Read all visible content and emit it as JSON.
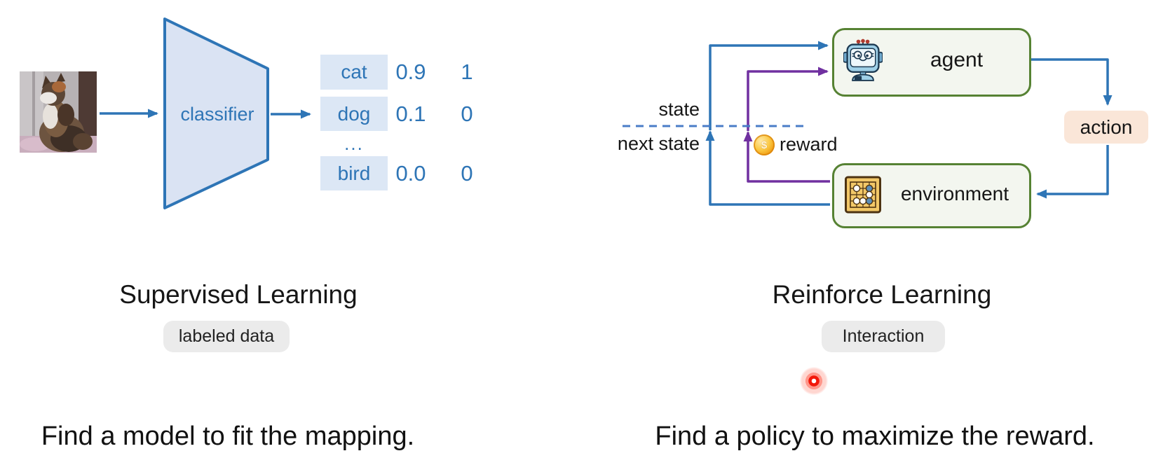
{
  "left": {
    "classifier_label": "classifier",
    "table": {
      "rows": [
        {
          "label": "cat",
          "prob": "0.9",
          "truth": "1"
        },
        {
          "label": "dog",
          "prob": "0.1",
          "truth": "0"
        },
        {
          "label": "bird",
          "prob": "0.0",
          "truth": "0"
        }
      ],
      "ellipsis": "..."
    },
    "title": "Supervised Learning",
    "badge": "labeled data",
    "caption": "Find a model to fit the mapping."
  },
  "right": {
    "agent_label": "agent",
    "environment_label": "environment",
    "action_label": "action",
    "state_label": "state",
    "next_state_label": "next state",
    "reward_label": "reward",
    "coin_symbol": "$",
    "title": "Reinforce Learning",
    "badge": "Interaction",
    "caption": "Find a policy to maximize the reward."
  },
  "icons": {
    "agent": "robot-icon",
    "environment": "go-board-icon",
    "reward": "coin-icon",
    "pointer": "laser-dot-icon",
    "input": "cat-photo"
  },
  "colors": {
    "arrow_blue": "#2e75b6",
    "arrow_purple": "#7030a0",
    "dashed_divider": "#4a7cc7",
    "trapezoid_fill": "#dae3f3",
    "table_cell_bg": "#dce7f5",
    "box_border_green": "#568233",
    "box_fill": "#f3f6ef",
    "action_bg": "#fae6d8",
    "badge_bg": "#ebebeb",
    "laser_red": "#f2180a"
  }
}
